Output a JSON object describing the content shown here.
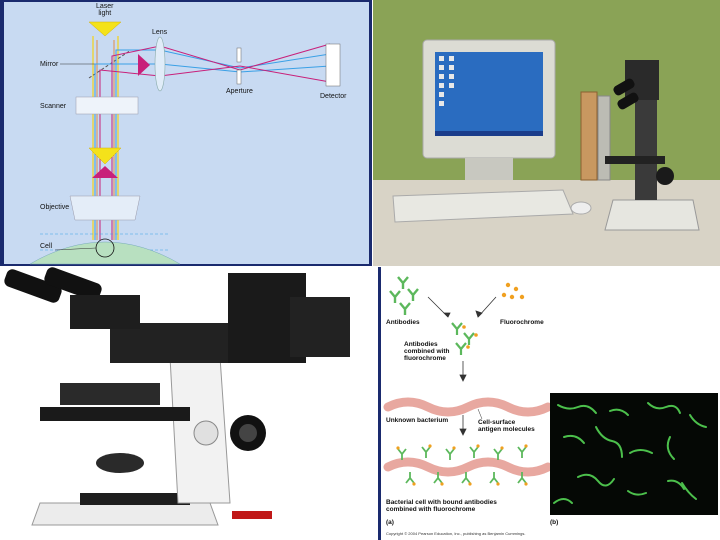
{
  "confocal": {
    "labels": {
      "laser": [
        "Laser",
        "light"
      ],
      "lens": "Lens",
      "mirror": "Mirror",
      "scanner": "Scanner",
      "aperture": "Aperture",
      "detector": "Detector",
      "objective": "Objective",
      "cell": "Cell"
    },
    "colors": {
      "background": "#c8daf2",
      "beam_blue": "#3aa0e6",
      "beam_magenta": "#c8207a",
      "beam_yellow": "#f4d21a",
      "beam_orange": "#e87820"
    }
  },
  "fluorescence": {
    "labels": {
      "antibodies": "Antibodies",
      "fluorochrome": "Fluorochrome",
      "combined": [
        "Antibodies",
        "combined with",
        "fluorochrome"
      ],
      "unknown": "Unknown bacterium",
      "antigen": [
        "Cell-surface",
        "antigen molecules"
      ],
      "bound": [
        "Bacterial cell with bound antibodies",
        "combined with fluorochrome"
      ],
      "part_a": "(a)",
      "part_b": "(b)",
      "copyright": "Copyright © 2004 Pearson Education, Inc., publishing as Benjamin Cummings."
    },
    "colors": {
      "antibody": "#5cb85c",
      "fluorochrome": "#f0a020",
      "bacterium": "#e8a8a0",
      "micrograph_bg": "#050805",
      "micrograph_cells": "#4cc04c"
    }
  }
}
